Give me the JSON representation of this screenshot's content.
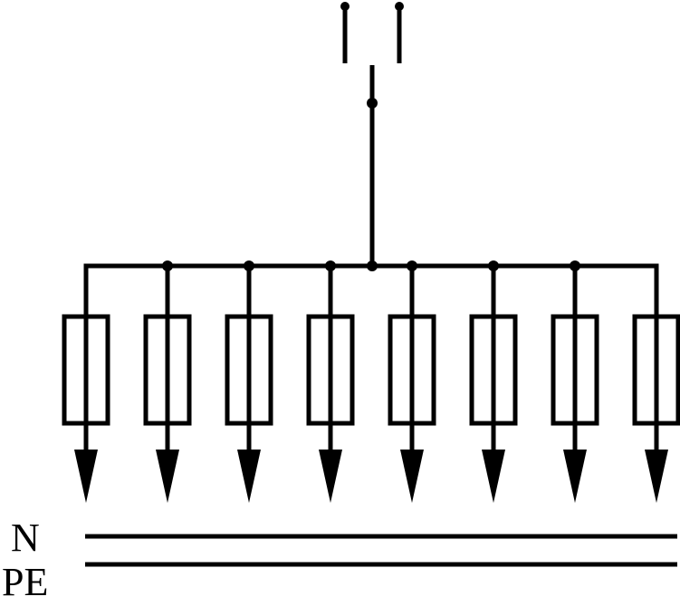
{
  "diagram": {
    "type": "single-line distribution schematic",
    "outgoing_circuits": 8,
    "labels": {
      "neutral": "N",
      "protective_earth": "PE"
    },
    "colors": {
      "line": "#000000",
      "background": "#ffffff"
    }
  }
}
